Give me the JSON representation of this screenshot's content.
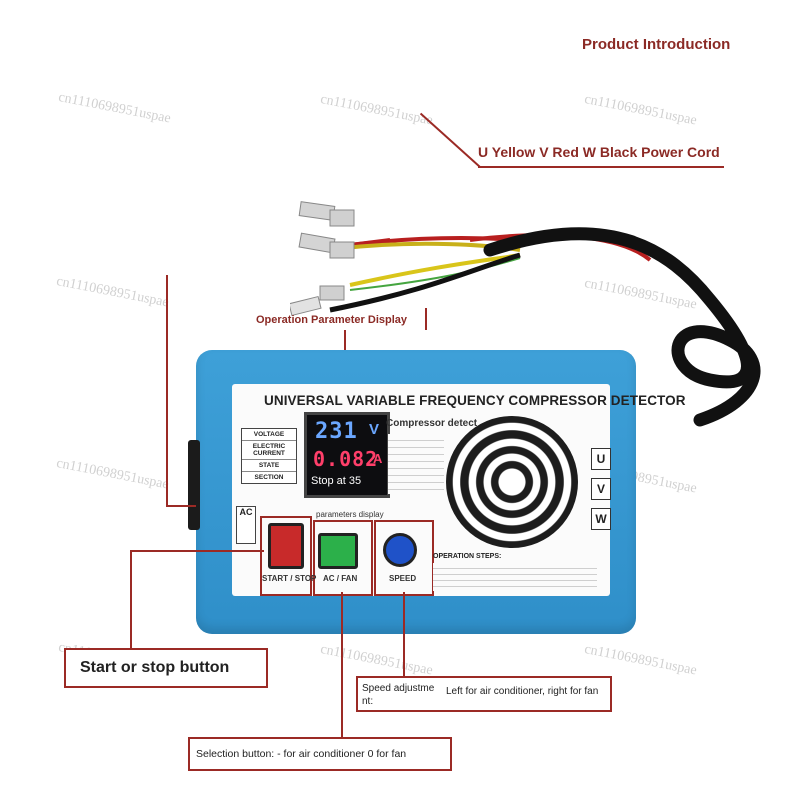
{
  "page": {
    "title": "Product Introduction",
    "watermark": "cn1110698951uspae"
  },
  "callouts": {
    "power_cord": "U Yellow V Red W Black Power Cord",
    "display": "Operation Parameter Display",
    "start_stop": "Start or stop button",
    "speed": "Speed adjustme nt:",
    "speed_desc": "Left for air conditioner, right for fan",
    "selection": "Selection button: - for air conditioner 0 for fan"
  },
  "device": {
    "title": "UNIVERSAL VARIABLE FREQUENCY COMPRESSOR DETECTOR",
    "display_voltage": "231",
    "voltage_unit": "V",
    "display_current": "0.082",
    "current_unit": "A",
    "display_status": "Stop at 35",
    "section_heading": "Compressor detect",
    "table_rows": [
      "VOLTAGE",
      "ELECTRIC CURRENT",
      "STATE",
      "SECTION"
    ],
    "left_selector": "AC",
    "display_caption": "parameters display",
    "start_stop_label": "START / STOP",
    "ac_fan_label": "AC / FAN",
    "speed_label": "SPEED",
    "steps_heading": "OPERATION STEPS:",
    "uvw": [
      "U",
      "V",
      "W"
    ]
  },
  "colors": {
    "accent": "#9b2a25",
    "device_blue": "#3ea0d8",
    "voltage_digit": "#6ba7ff",
    "current_digit": "#ff3f6a"
  }
}
